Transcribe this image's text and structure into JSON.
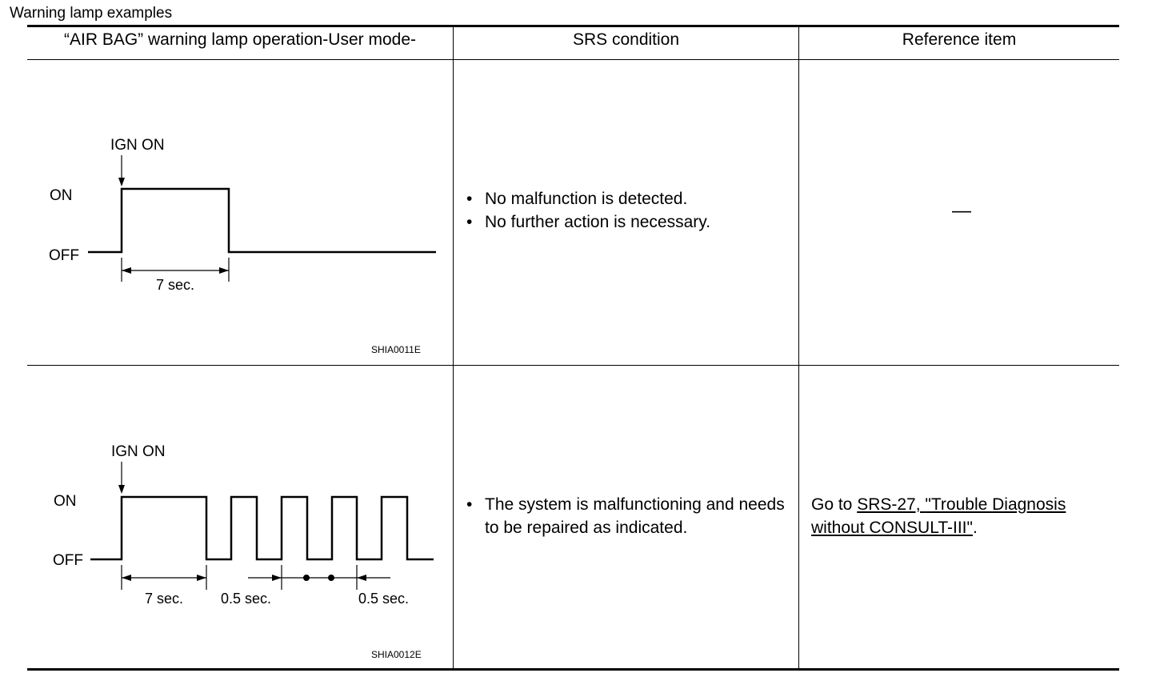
{
  "page": {
    "title": "Warning lamp examples"
  },
  "table": {
    "headers": [
      "“AIR BAG” warning lamp operation-User mode-",
      "SRS condition",
      "Reference item"
    ],
    "rows": [
      {
        "diagram": {
          "ign_label": "IGN ON",
          "on_label": "ON",
          "off_label": "OFF",
          "duration_labels": [
            "7 sec."
          ],
          "figure_id": "SHIA0011E"
        },
        "condition": [
          "No malfunction is detected.",
          "No further action is necessary."
        ],
        "reference": {
          "text": "—"
        }
      },
      {
        "diagram": {
          "ign_label": "IGN ON",
          "on_label": "ON",
          "off_label": "OFF",
          "duration_labels": [
            "7 sec.",
            "0.5 sec.",
            "0.5 sec."
          ],
          "figure_id": "SHIA0012E"
        },
        "condition": [
          "The system is malfunctioning and needs to be repaired as indicated."
        ],
        "reference": {
          "prefix": "Go to ",
          "link_code": "SRS-27, ",
          "link_title": "\"Trouble Diagnosis without CONSULT-III\"",
          "suffix": "."
        }
      }
    ]
  }
}
